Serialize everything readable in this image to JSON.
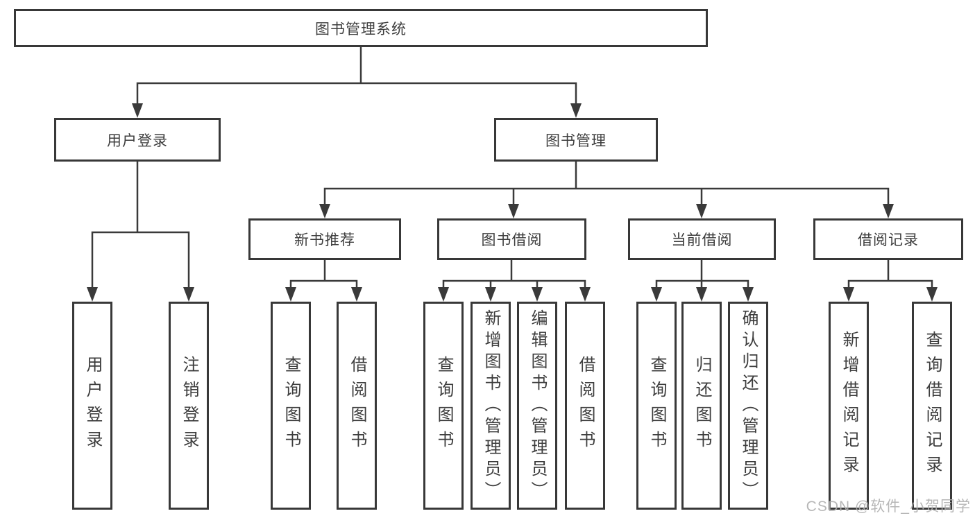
{
  "diagram": {
    "root": {
      "label": "图书管理系统"
    },
    "branches": [
      {
        "label": "用户登录",
        "leaves": [
          "用户登录",
          "注销登录"
        ]
      },
      {
        "label": "图书管理",
        "groups": [
          {
            "label": "新书推荐",
            "leaves": [
              "查询图书",
              "借阅图书"
            ]
          },
          {
            "label": "图书借阅",
            "leaves": [
              "查询图书",
              "新增图书（管理员）",
              "编辑图书（管理员）",
              "借阅图书"
            ]
          },
          {
            "label": "当前借阅",
            "leaves": [
              "查询图书",
              "归还图书",
              "确认归还（管理员）"
            ]
          },
          {
            "label": "借阅记录",
            "leaves": [
              "新增借阅记录",
              "查询借阅记录"
            ]
          }
        ]
      }
    ]
  },
  "watermark": {
    "text": "CSDN @软件_小贺同学"
  },
  "colors": {
    "line": "#3a3a3a",
    "box_border": "#383838",
    "text": "#3d3d3d",
    "watermark": "#b0b0b0",
    "background": "#ffffff"
  }
}
